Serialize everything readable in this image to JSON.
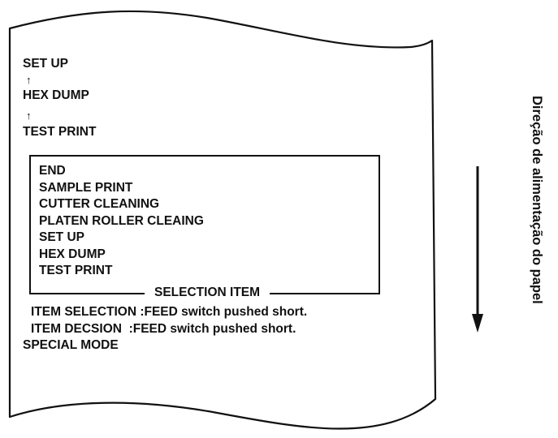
{
  "paper": {
    "lines_above_box": [
      "SET UP",
      "HEX DUMP",
      "TEST PRINT"
    ],
    "connector_glyph": "↑"
  },
  "selection_box": {
    "items": [
      "END",
      "SAMPLE PRINT",
      "CUTTER CLEANING",
      "PLATEN ROLLER CLEAING",
      "SET UP",
      "HEX DUMP",
      "TEST PRINT"
    ],
    "caption": "SELECTION ITEM"
  },
  "instructions": {
    "item_selection": "ITEM SELECTION :FEED switch pushed short.",
    "item_decision": "ITEM DECSION  :FEED switch pushed short.",
    "mode": "SPECIAL MODE"
  },
  "feed_direction": {
    "label": "Direção de alimentação do papel"
  },
  "colors": {
    "ink": "#111111",
    "background": "#ffffff"
  }
}
